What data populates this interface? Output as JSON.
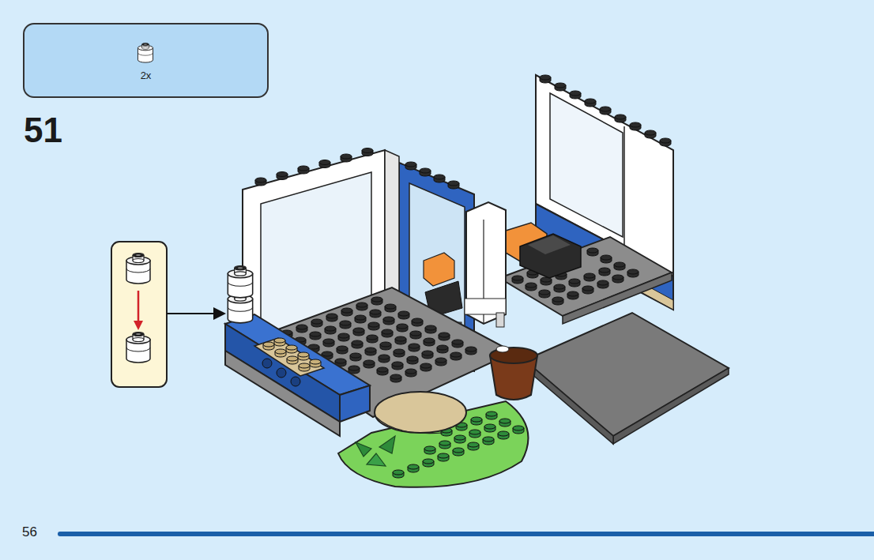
{
  "diagram": {
    "nodes": [
      {
        "text": [
          "2x"
        ]
      }
    ],
    "edges": [],
    "labels": [
      "51",
      "56"
    ]
  }
}
